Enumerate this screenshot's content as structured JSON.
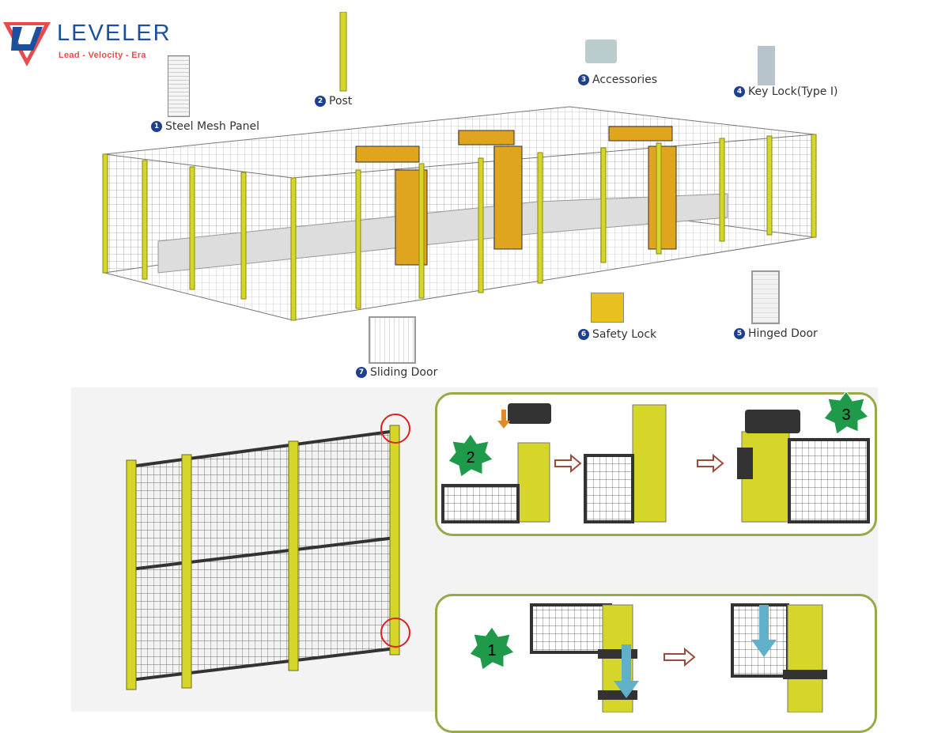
{
  "brand": {
    "name": "LEVELER",
    "tagline": "Lead - Velocity - Era",
    "colors": {
      "blue": "#1c4f9c",
      "red": "#e84b4b"
    }
  },
  "components": [
    {
      "num": "1",
      "label": "Steel Mesh Panel"
    },
    {
      "num": "2",
      "label": "Post"
    },
    {
      "num": "3",
      "label": "Accessories"
    },
    {
      "num": "4",
      "label": "Key Lock(Type I)"
    },
    {
      "num": "5",
      "label": "Hinged Door"
    },
    {
      "num": "6",
      "label": "Safety Lock"
    },
    {
      "num": "7",
      "label": "Sliding Door"
    }
  ],
  "steps": [
    {
      "num": "1"
    },
    {
      "num": "2"
    },
    {
      "num": "3"
    }
  ],
  "colors": {
    "post": "#d6d62a",
    "mesh": "#333333",
    "callout_border": "#9aa84a",
    "step_badge": "#1f9a4a",
    "arrow": "#9c4a3a"
  }
}
